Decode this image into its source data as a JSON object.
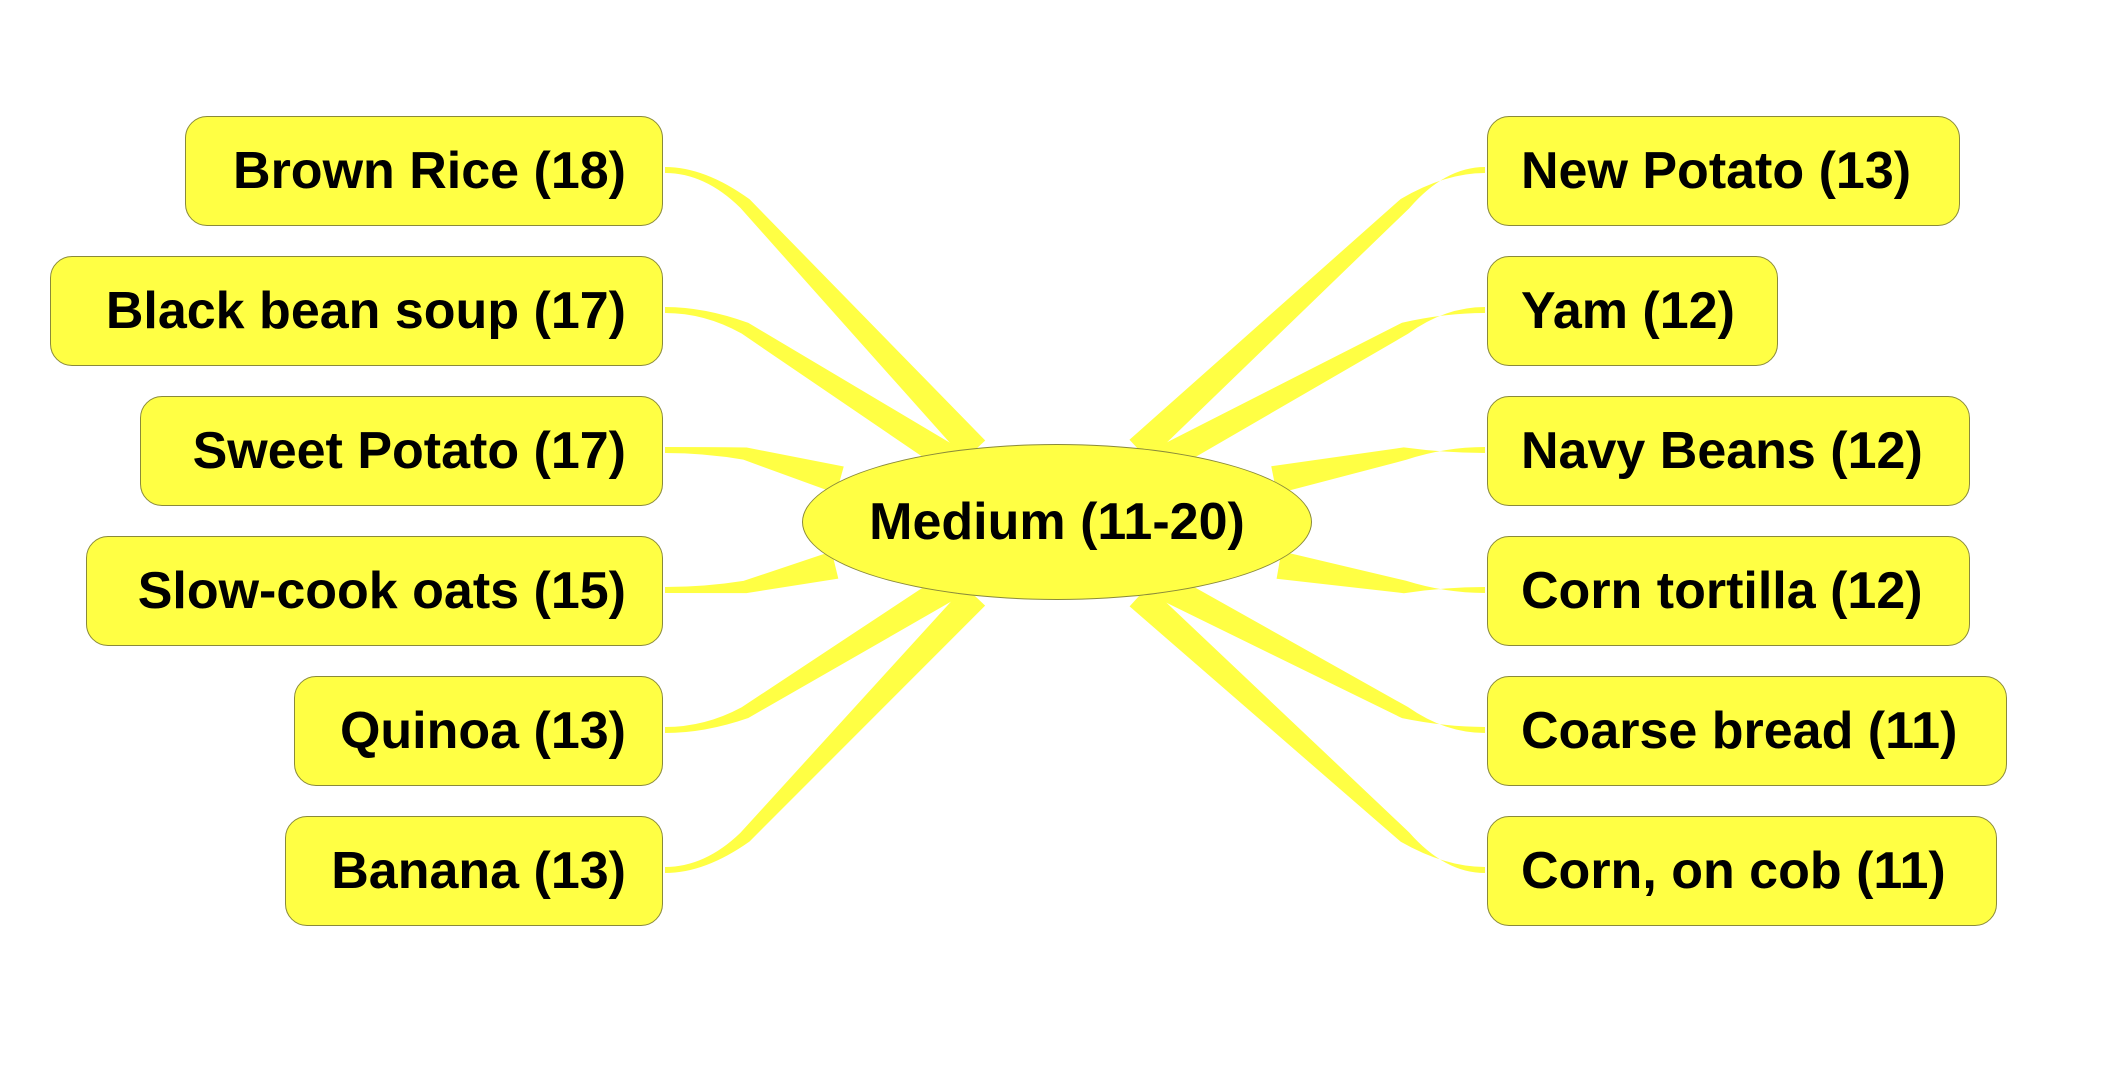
{
  "center": {
    "label": "Medium (11-20)"
  },
  "left": [
    {
      "label": "Brown Rice (18)"
    },
    {
      "label": "Black bean soup (17)"
    },
    {
      "label": "Sweet Potato (17)"
    },
    {
      "label": "Slow-cook oats (15)"
    },
    {
      "label": "Quinoa (13)"
    },
    {
      "label": "Banana (13)"
    }
  ],
  "right": [
    {
      "label": "New Potato (13)"
    },
    {
      "label": "Yam (12)"
    },
    {
      "label": "Navy Beans (12)"
    },
    {
      "label": "Corn tortilla (12)"
    },
    {
      "label": "Coarse bread (11)"
    },
    {
      "label": "Corn, on cob (11)"
    }
  ],
  "colors": {
    "node_fill": "#ffff44",
    "connector": "#ffff44",
    "border": "#8a8a3a",
    "text": "#000000"
  }
}
